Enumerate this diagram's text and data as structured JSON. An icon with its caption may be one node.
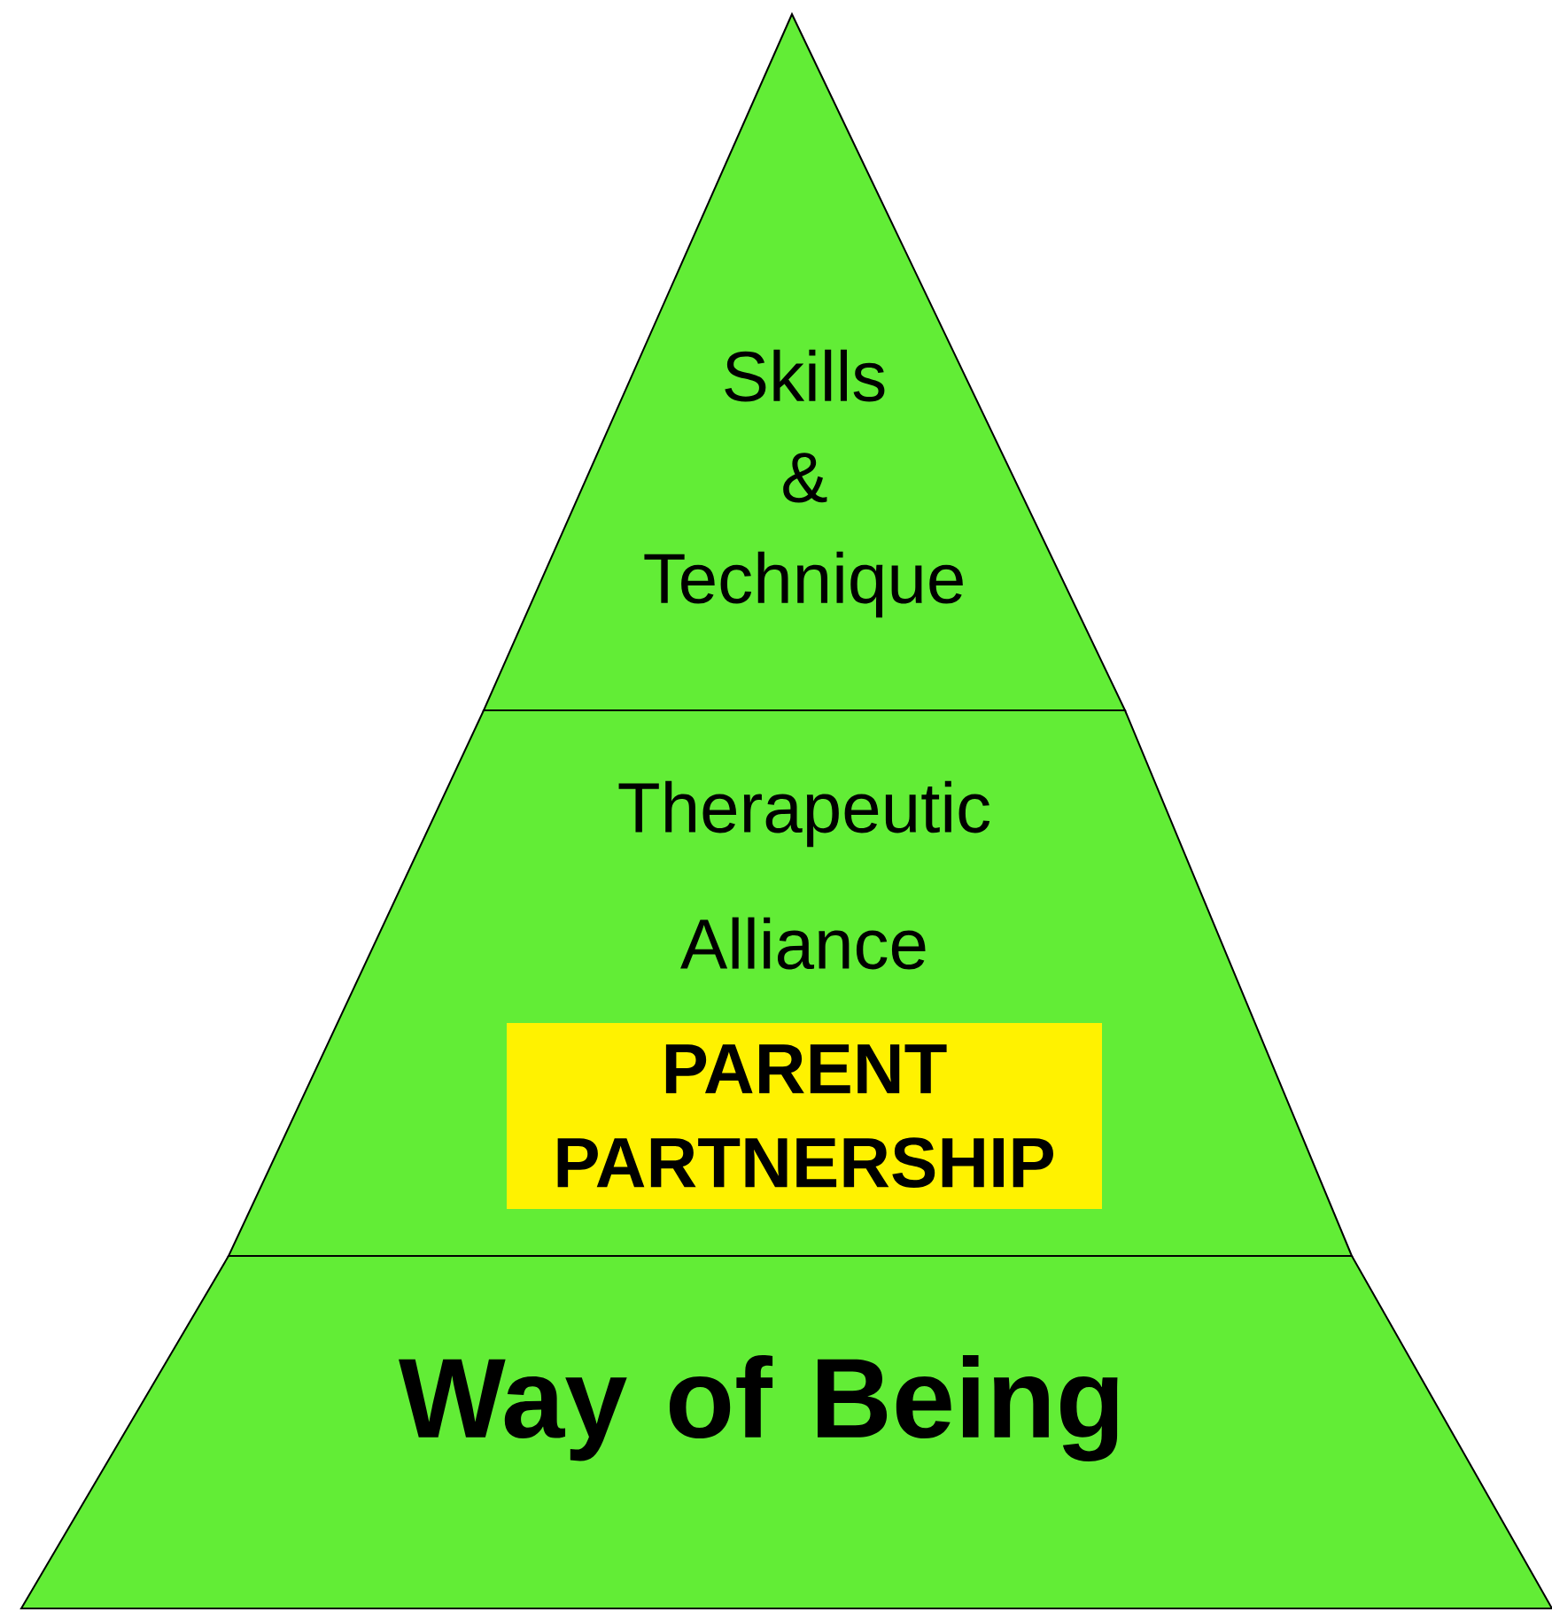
{
  "diagram": {
    "nodes": [
      {
        "text": [
          "Skills & Technique"
        ]
      },
      {
        "text": [
          "Therapeutic Alliance"
        ]
      },
      {
        "text": [
          "PARENT PARTNERSHIP"
        ],
        "in": 1
      },
      {
        "text": [
          "Way of Being"
        ]
      }
    ]
  }
}
